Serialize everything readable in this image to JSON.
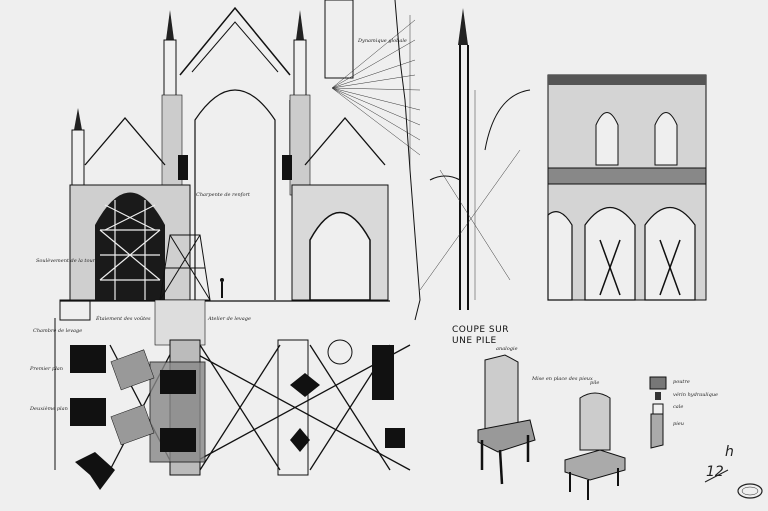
{
  "sheet": {
    "caption_line1": "COUPE SUR",
    "caption_line2": "UNE PILE",
    "sheet_number": "12",
    "sheet_mark": "h",
    "stamp": "stamp"
  },
  "labels": {
    "dynamique": "Dynamique globale",
    "soulevement": "Soulèvement de la tour",
    "charpente": "Charpente de renfort",
    "chambre": "Chambre de levage",
    "premier_plan": "Premier plan",
    "deuxieme_plan": "Deuxième plan",
    "atelier": "Atelier de levage",
    "etaiement": "Étaiement des voûtes",
    "analogie": "analogie",
    "mise_en_place": "Mise en place des pieux",
    "pile": "pile",
    "verin_1": "poutre",
    "verin_2": "vérin hydraulique",
    "verin_3": "cale",
    "verin_4": "pieu"
  },
  "colors": {
    "paper": "#efefef",
    "ink": "#111111"
  }
}
